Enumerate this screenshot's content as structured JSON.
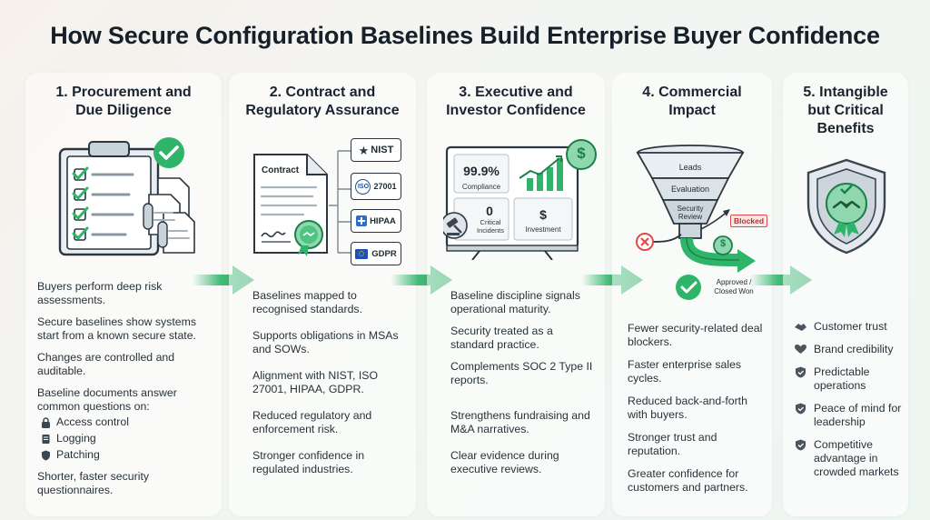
{
  "title": "How Secure Configuration Baselines Build Enterprise Buyer Confidence",
  "columns": [
    {
      "heading_lines": [
        "1. Procurement and",
        "Due Diligence"
      ],
      "points": [
        "Buyers perform deep risk assessments.",
        "Secure baselines show systems start from a known secure state.",
        "Changes are controlled and auditable.",
        "Baseline documents answer common questions on:",
        "Shorter, faster security questionnaires."
      ],
      "sub_items": [
        "Access control",
        "Logging",
        "Patching"
      ]
    },
    {
      "heading_lines": [
        "2. Contract and",
        "Regulatory Assurance"
      ],
      "doc_label": "Contract",
      "standards": [
        "NIST",
        "ISO 27001",
        "HIPAA",
        "GDPR"
      ],
      "iso_badge": "ISO",
      "iso_number": "27001",
      "points": [
        "Baselines mapped to recognised standards.",
        "Supports obligations in MSAs and SOWs.",
        "Alignment with NIST, ISO 27001, HIPAA, GDPR.",
        "Reduced regulatory and enforcement risk.",
        "Stronger confidence in regulated industries."
      ]
    },
    {
      "heading_lines": [
        "3. Executive and",
        "Investor Confidence"
      ],
      "dashboard": {
        "compliance_value": "99.9%",
        "compliance_label": "Compliance",
        "incidents_value": "0",
        "incidents_label": "Critical Incidents",
        "investment_symbol": "$",
        "investment_label": "Investment",
        "coin_symbol": "$"
      },
      "points": [
        "Baseline discipline signals operational maturity.",
        "Security treated as a standard practice.",
        "Complements SOC 2 Type II reports.",
        "Strengthens fundraising and M&A narratives.",
        "Clear evidence during executive reviews."
      ]
    },
    {
      "heading_lines": [
        "4. Commercial",
        "Impact"
      ],
      "funnel": {
        "stage1": "Leads",
        "stage2": "Evaluation",
        "stage3": "Security Review",
        "blocked": "Blocked",
        "approved": "Approved / Closed Won",
        "coin_symbol": "$"
      },
      "points": [
        "Fewer security-related deal blockers.",
        "Faster enterprise sales cycles.",
        "Reduced back-and-forth with buyers.",
        "Stronger trust and reputation.",
        "Greater confidence for customers and partners."
      ]
    },
    {
      "heading_lines": [
        "5. Intangible",
        "but Critical",
        "Benefits"
      ],
      "points": [
        "Customer trust",
        "Brand credibility",
        "Predictable operations",
        "Peace of mind for leadership",
        "Competitive advantage in crowded markets"
      ]
    }
  ],
  "colors": {
    "accent_green": "#2fb56a",
    "dark_green": "#1e7f4a",
    "ink": "#27323a",
    "blocked_red": "#e24a4a"
  }
}
